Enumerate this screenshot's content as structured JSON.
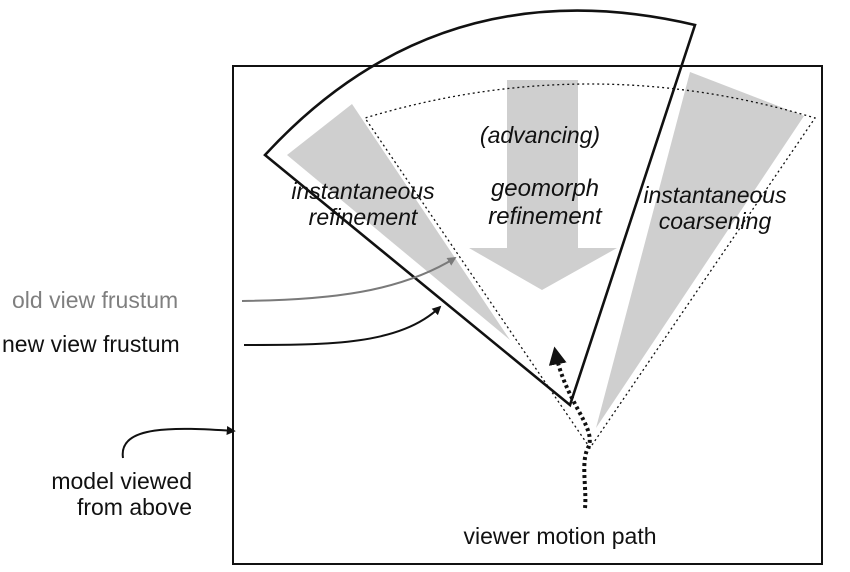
{
  "labels": {
    "instantaneous_refinement": [
      "instantaneous",
      "refinement"
    ],
    "advancing": "(advancing)",
    "geomorph_refinement": [
      "geomorph",
      "refinement"
    ],
    "instantaneous_coarsening": [
      "instantaneous",
      "coarsening"
    ],
    "old_view_frustum": "old view frustum",
    "new_view_frustum": "new view frustum",
    "model_viewed_from_above": [
      "model viewed",
      "from above"
    ],
    "viewer_motion_path": "viewer motion path"
  },
  "colors": {
    "outline": "#111111",
    "shade": "#cfcfcf",
    "old_frustum_text": "#7f7f7f",
    "old_frustum_arrow": "#7a7a7a"
  }
}
